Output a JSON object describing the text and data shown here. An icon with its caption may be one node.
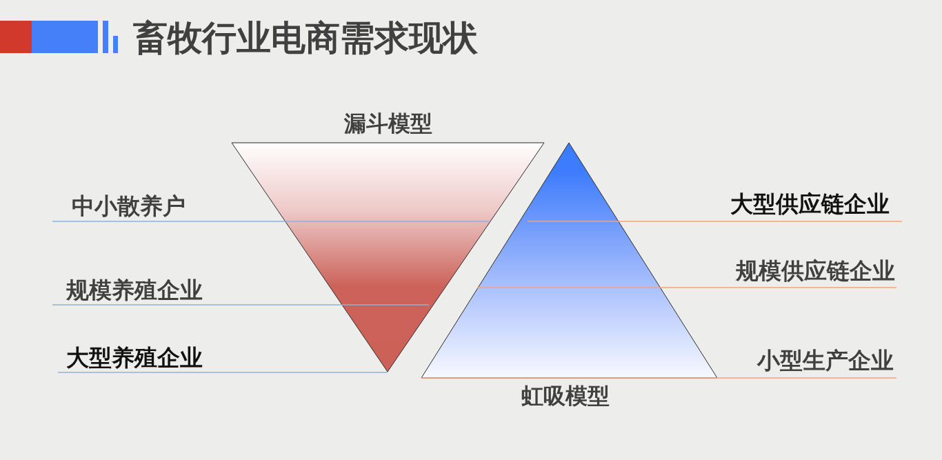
{
  "diagram": {
    "title": "畜牧行业电商需求现状",
    "nodes": [
      {
        "text": [
          "漏斗模型"
        ]
      },
      {
        "text": [
          "虹吸模型"
        ]
      }
    ],
    "labels": [
      "中小散养户",
      "大型供应链企业",
      "规模供应链企业",
      "规模养殖企业",
      "大型养殖企业",
      "小型生产企业"
    ]
  }
}
